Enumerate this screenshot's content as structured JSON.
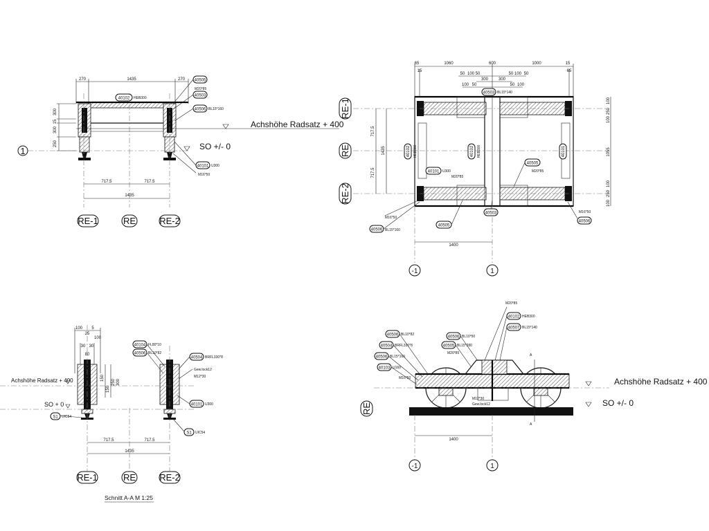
{
  "views": {
    "front": {
      "dims_top": [
        "270",
        "1435",
        "270"
      ],
      "dims_left": [
        "300",
        "15",
        "300",
        "250"
      ],
      "dims_bottom": [
        "717.5",
        "717.5",
        "1435"
      ],
      "axis_left": "1",
      "axes_bottom": [
        "RE-1",
        "RE",
        "RE-2"
      ],
      "tags": [
        {
          "num": "40102",
          "sub": "HEB300"
        },
        {
          "num": "40505",
          "sub": ""
        },
        {
          "num": "40503",
          "sub": ""
        },
        {
          "num": "40506",
          "sub": "BL15*160"
        },
        {
          "num": "40101",
          "sub": "U300"
        }
      ],
      "notes": [
        "M20*85",
        "M16*50"
      ],
      "level_axle": "Achshöhe Radsatz + 400",
      "level_so": "SO +/- 0"
    },
    "plan": {
      "dims_top_row1": [
        "65",
        "1060",
        "600",
        "1000",
        "15"
      ],
      "dims_top_row2": [
        "15",
        "65"
      ],
      "dims_top_row3": [
        "50",
        "100",
        "50",
        "50",
        "100",
        "50"
      ],
      "dims_top_row4": [
        "300",
        "300"
      ],
      "dims_top_row5": [
        "100",
        "50",
        "50",
        "100"
      ],
      "dims_right": [
        "100",
        "250",
        "100",
        "1055",
        "100",
        "250",
        "100"
      ],
      "dims_left": [
        "717.5",
        "717.5",
        "1435"
      ],
      "axes_left": [
        "RE-1",
        "RE",
        "RE-2"
      ],
      "axes_bottom": [
        "-1",
        "1"
      ],
      "dim_bottom": "1400",
      "tags": [
        {
          "num": "40503",
          "sub": "BL15*140"
        },
        {
          "num": "40102",
          "sub": "HEB300"
        },
        {
          "num": "40101",
          "sub": "U300"
        },
        {
          "num": "40102",
          "sub": "HEB300"
        },
        {
          "num": "40101",
          "sub": "U300"
        },
        {
          "num": "40505",
          "sub": ""
        },
        {
          "num": "40503",
          "sub": ""
        },
        {
          "num": "40505",
          "sub": ""
        },
        {
          "num": "40506",
          "sub": "BL15*160"
        },
        {
          "num": "40506",
          "sub": ""
        }
      ],
      "notes": [
        "M20*85",
        "M20*85",
        "M16*50",
        "M16*50"
      ]
    },
    "section": {
      "dims_top": [
        "100",
        "5",
        "25",
        "100",
        "30",
        "30",
        "80"
      ],
      "dims_side": [
        "150",
        "150",
        "250",
        "300"
      ],
      "dims_bottom": [
        "717.5",
        "717.5",
        "1435"
      ],
      "axes_bottom": [
        "RE-1",
        "RE",
        "RE-2"
      ],
      "tags": [
        {
          "num": "40104",
          "sub": "FL80*10"
        },
        {
          "num": "40506",
          "sub": "BL10*82"
        },
        {
          "num": "40504",
          "sub": "BRFL330*8"
        },
        {
          "num": "40101",
          "sub": "U300"
        },
        {
          "num": "S1",
          "sub": "UIC54"
        },
        {
          "num": "S1",
          "sub": "UIC54"
        }
      ],
      "notes": [
        "Gew.lock12",
        "M12*30"
      ],
      "level_axle": "Achshöhe Radsatz + 400",
      "level_so": "SO + 0",
      "caption": "Schnitt A-A   M 1:25"
    },
    "side": {
      "tags": [
        {
          "num": "40506",
          "sub": "BL10*82"
        },
        {
          "num": "40504",
          "sub": "BRFL330*8"
        },
        {
          "num": "40506",
          "sub": "BL15*160"
        },
        {
          "num": "40103",
          "sub": "U160"
        },
        {
          "num": "40506",
          "sub": "BL10*50"
        },
        {
          "num": "40505",
          "sub": "BL15*280"
        },
        {
          "num": "40102",
          "sub": "HEB300"
        },
        {
          "num": "40507",
          "sub": "BL15*140"
        }
      ],
      "notes": [
        "M20*85",
        "M20*85",
        "M16*50",
        "M12*30",
        "Gew.lock12"
      ],
      "section_marks": [
        "A",
        "A"
      ],
      "level_axle": "Achshöhe Radsatz + 400",
      "level_so": "SO +/- 0",
      "axis_left": "RE",
      "axes_bottom": [
        "-1",
        "1"
      ],
      "dim_bottom": "1400"
    }
  }
}
